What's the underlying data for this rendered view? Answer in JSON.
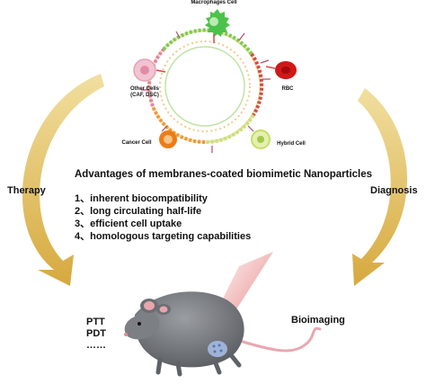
{
  "cells": {
    "macrophage": "Macrophages Cell",
    "other_line1": "Other Cells",
    "other_line2": "(CAF, DSC)",
    "rbc": "RBC",
    "cancer": "Cancer Cell",
    "hybrid": "Hybrid Cell"
  },
  "left_label": "Therapy",
  "right_label": "Diagnosis",
  "advantages": {
    "title": "Advantages of membranes-coated biomimetic Nanoparticles",
    "items": [
      "1、inherent biocompatibility",
      "2、long circulating half-life",
      "3、efficient cell uptake",
      "4、homologous targeting capabilities"
    ]
  },
  "therapies": [
    "PTT",
    "PDT",
    "……"
  ],
  "imaging_label": "Bioimaging",
  "colors": {
    "arrow_gold": "#d9b24c",
    "macrophage_green": "#4cc24a",
    "rbc_red": "#d01818",
    "cancer_orange": "#ec7d16",
    "hybrid_green": "#c3df66",
    "other_pink": "#e7a0b6",
    "mouse_gray": "#6f7276",
    "laser_red": "#e57373"
  },
  "icons": [
    "macrophage-cell-icon",
    "red-blood-cell-icon",
    "cancer-cell-icon",
    "hybrid-cell-icon",
    "other-cell-icon",
    "mouse-icon",
    "laser-beam-icon",
    "tumor-icon"
  ]
}
